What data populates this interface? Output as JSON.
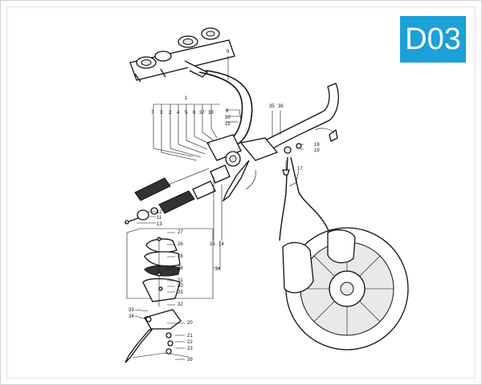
{
  "badge": {
    "code": "D03"
  },
  "labels": {
    "l1": "1",
    "l2": "2",
    "l3": "3",
    "l4": "4",
    "l5": "5",
    "l6": "6",
    "l7": "7",
    "l8": "8",
    "l9": "9",
    "l10": "10",
    "l11": "11",
    "l12": "12",
    "l13": "13",
    "l14": "14",
    "l15": "15",
    "l16": "16",
    "l17": "17",
    "l18": "18",
    "l19": "19",
    "l20": "20",
    "l21": "21",
    "l22": "22",
    "l23": "23",
    "l24": "24",
    "l25": "25",
    "l26": "26",
    "l27": "27",
    "l28": "28",
    "l29": "29",
    "l30": "30",
    "l31": "31",
    "l32": "32",
    "l33": "33",
    "l34": "34",
    "l35": "35",
    "l36": "36",
    "l37": "37",
    "l38": "38",
    "l39": "39"
  }
}
